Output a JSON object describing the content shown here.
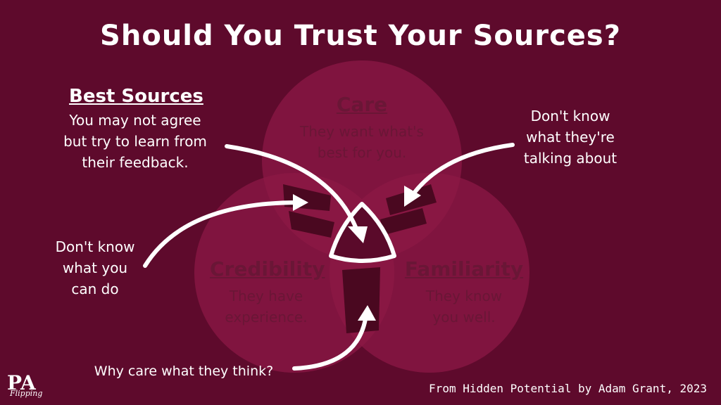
{
  "title": "Should You Trust Your Sources?",
  "circles": {
    "care": {
      "label": "Care",
      "desc_line1": "They want what's",
      "desc_line2": "best for you."
    },
    "credibility": {
      "label": "Credibility",
      "desc_line1": "They have",
      "desc_line2": "experience."
    },
    "familiarity": {
      "label": "Familiarity",
      "desc_line1": "They know",
      "desc_line2": "you well."
    }
  },
  "best_sources": {
    "title": "Best Sources",
    "line1": "You may not agree",
    "line2": "but try to learn from",
    "line3": "their feedback."
  },
  "notes": {
    "right": {
      "line1": "Don't know",
      "line2": "what they're",
      "line3": "talking about"
    },
    "left": {
      "line1": "Don't know",
      "line2": "what you",
      "line3": "can do"
    },
    "bottom": "Why care what they think?"
  },
  "footer": "From Hidden Potential by Adam Grant, 2023",
  "logo": {
    "mark": "PA",
    "subtitle": "Flipping"
  },
  "colors": {
    "background": "#5e0a2c",
    "circle": "#8c1846",
    "overlap": "#a3204f",
    "center_text": "#6a1636",
    "white": "#ffffff"
  }
}
